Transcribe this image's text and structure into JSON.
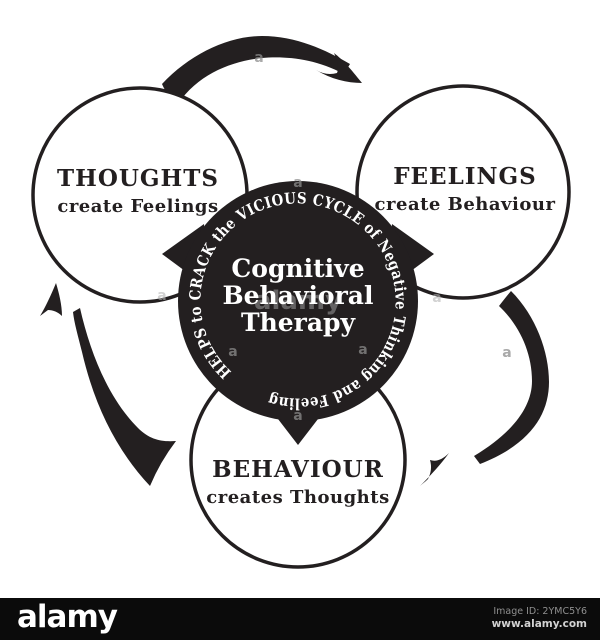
{
  "image": {
    "type": "cbt-cycle-diagram",
    "center": {
      "line1": "Cognitive",
      "line2": "Behavioral",
      "line3": "Therapy"
    },
    "ring_text": "HELPS to CRACK the VICIOUS CYCLE of Negative Thinking and Feeling",
    "nodes": {
      "thoughts": {
        "title": "THOUGHTS",
        "subtitle": "create Feelings"
      },
      "feelings": {
        "title": "FEELINGS",
        "subtitle": "create Behaviour"
      },
      "behaviour": {
        "title": "BEHAVIOUR",
        "subtitle": "creates Thoughts"
      }
    },
    "colors": {
      "ink": "#231f20",
      "background": "#ffffff",
      "bar": "#0b0b0b"
    }
  },
  "watermark": {
    "logo_text": "alamy",
    "image_id": "Image ID: 2YMC5Y6",
    "website": "www.alamy.com",
    "ghost_text": "alamy",
    "tile_mark": "a"
  }
}
